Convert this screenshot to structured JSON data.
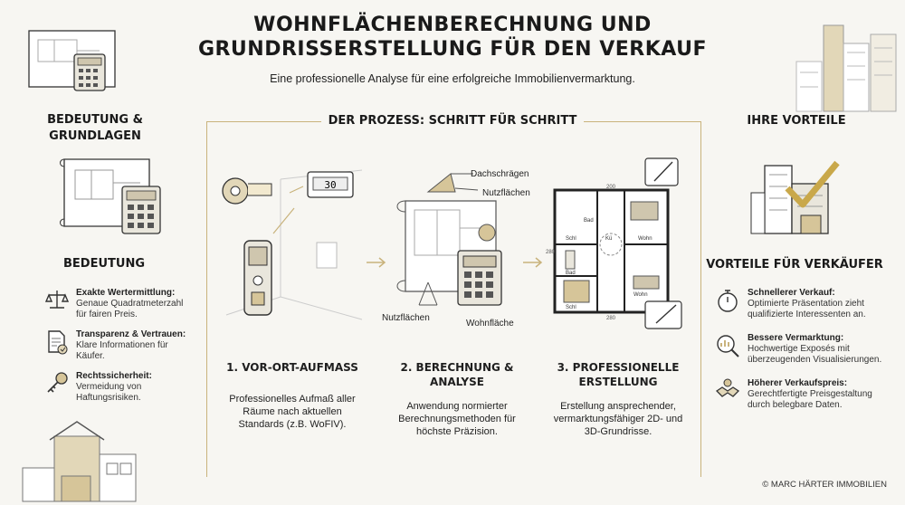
{
  "header": {
    "title_line1": "WOHNFLÄCHENBERECHNUNG UND",
    "title_line2": "GRUNDRISSERSTELLUNG FÜR DEN VERKAUF",
    "subtitle": "Eine professionelle Analyse für eine erfolgreiche Immobilienvermarktung."
  },
  "left": {
    "heading_line1": "BEDEUTUNG &",
    "heading_line2": "GRUNDLAGEN",
    "subheading": "BEDEUTUNG",
    "items": [
      {
        "title": "Exakte Wertermittlung:",
        "text": "Genaue Quadratmeterzahl für fairen Preis.",
        "icon": "scales-icon"
      },
      {
        "title": "Transparenz & Vertrauen:",
        "text": "Klare Informationen für Käufer.",
        "icon": "document-check-icon"
      },
      {
        "title": "Rechtssicherheit:",
        "text": "Vermeidung von Haftungsrisiken.",
        "icon": "key-icon"
      }
    ]
  },
  "process": {
    "heading": "DER PROZESS: SCHRITT FÜR SCHRITT",
    "steps": [
      {
        "title_line1": "1. VOR-ORT-AUFMASS",
        "title_line2": "",
        "desc": "Professionelles Aufmaß aller Räume nach aktuellen Standards (z.B. WoFIV)."
      },
      {
        "title_line1": "2. BERECHNUNG &",
        "title_line2": "ANALYSE",
        "desc": "Anwendung normierter Berechnungsmethoden für höchste Präzision."
      },
      {
        "title_line1": "3. PROFESSIONELLE",
        "title_line2": "ERSTELLUNG",
        "desc": "Erstellung ansprechender, vermarktungsfähiger 2D- und 3D-Grundrisse."
      }
    ],
    "device_display": "30",
    "labels": {
      "roof": "Dachschrägen",
      "usable_top": "Nutzflächen",
      "usable_bottom": "Nutzflächen",
      "living": "Wohnfläche"
    },
    "plan_labels": {
      "dim_top": "200",
      "dim_bottom": "280",
      "dim_side": "280",
      "bath": "Bad",
      "room_left": "Schl",
      "room_center": "Kü",
      "room_bl": "Bad",
      "room_br": "Wohn",
      "bottom_left": "Schl",
      "bottom_right": "Wohn"
    }
  },
  "right": {
    "heading": "IHRE VORTEILE",
    "subheading": "VORTEILE FÜR VERKÄUFER",
    "items": [
      {
        "title": "Schnellerer Verkauf:",
        "text": "Optimierte Präsentation zieht qualifizierte Interessenten an.",
        "icon": "stopwatch-icon"
      },
      {
        "title": "Bessere Vermarktung:",
        "text": "Hochwertige Exposés mit überzeugenden Visualisierungen.",
        "icon": "magnifier-chart-icon"
      },
      {
        "title": "Höherer Verkaufspreis:",
        "text": "Gerechtfertigte Preisgestaltung durch belegbare Daten.",
        "icon": "handshake-icon"
      }
    ]
  },
  "footer": {
    "copyright": "© MARC HÄRTER IMMOBILIEN"
  },
  "colors": {
    "accent": "#c9b37c",
    "ink": "#2b2b2b",
    "bg": "#f7f6f2"
  }
}
